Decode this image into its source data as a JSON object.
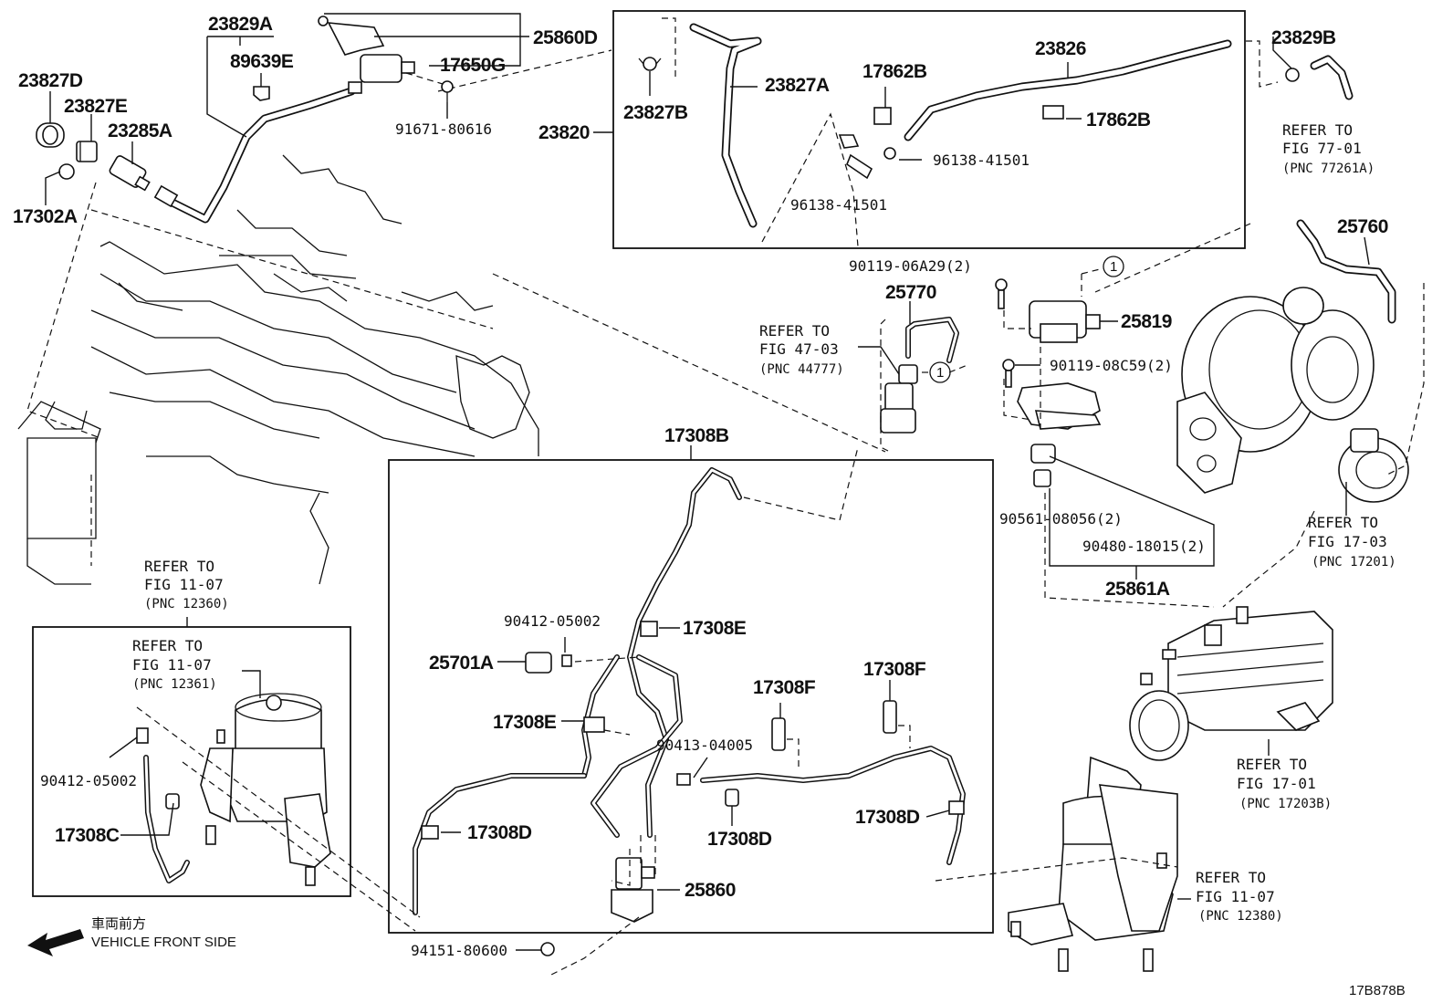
{
  "labels": {
    "p23829A": "23829A",
    "p25860D": "25860D",
    "p89639E": "89639E",
    "p17650G": "17650G",
    "p23827D": "23827D",
    "p23827E": "23827E",
    "p23285A": "23285A",
    "p17302A": "17302A",
    "p91671": "91671-80616",
    "p23827A": "23827A",
    "p23827B": "23827B",
    "p23820": "23820",
    "p17862B_1": "17862B",
    "p17862B_2": "17862B",
    "p23826": "23826",
    "p96138_1": "96138-41501",
    "p96138_2": "96138-41501",
    "p23829B": "23829B",
    "p25760": "25760",
    "p90119a": "90119-06A29(2)",
    "p25770": "25770",
    "p25819": "25819",
    "p90119b": "90119-08C59(2)",
    "p90561": "90561-08056(2)",
    "p90480": "90480-18015(2)",
    "p25861A": "25861A",
    "p17308B": "17308B",
    "p90412a": "90412-05002",
    "p17308E_1": "17308E",
    "p25701A": "25701A",
    "p17308E_2": "17308E",
    "p17308F_1": "17308F",
    "p17308F_2": "17308F",
    "p90413": "90413-04005",
    "p17308D_1": "17308D",
    "p17308D_2": "17308D",
    "p17308D_3": "17308D",
    "p25860": "25860",
    "p94151": "94151-80600",
    "p90412b": "90412-05002",
    "p17308C": "17308C",
    "circle1": "1",
    "circle2": "1"
  },
  "references": {
    "r77": {
      "line1": "REFER TO",
      "line2": "FIG 77-01",
      "line3": "(PNC 77261A)"
    },
    "r47": {
      "line1": "REFER TO",
      "line2": "FIG 47-03",
      "line3": "(PNC 44777)"
    },
    "r1703": {
      "line1": "REFER TO",
      "line2": "FIG 17-03",
      "line3": "(PNC 17201)"
    },
    "r1107a": {
      "line1": "REFER TO",
      "line2": "FIG 11-07",
      "line3": "(PNC 12360)"
    },
    "r1107b": {
      "line1": "REFER TO",
      "line2": "FIG 11-07",
      "line3": "(PNC 12361)"
    },
    "r1701": {
      "line1": "REFER TO",
      "line2": "FIG 17-01",
      "line3": "(PNC 17203B)"
    },
    "r1107c": {
      "line1": "REFER TO",
      "line2": "FIG 11-07",
      "line3": "(PNC 12380)"
    }
  },
  "front": {
    "jp": "車両前方",
    "en": "VEHICLE FRONT SIDE"
  },
  "figure_code": "17B878B"
}
